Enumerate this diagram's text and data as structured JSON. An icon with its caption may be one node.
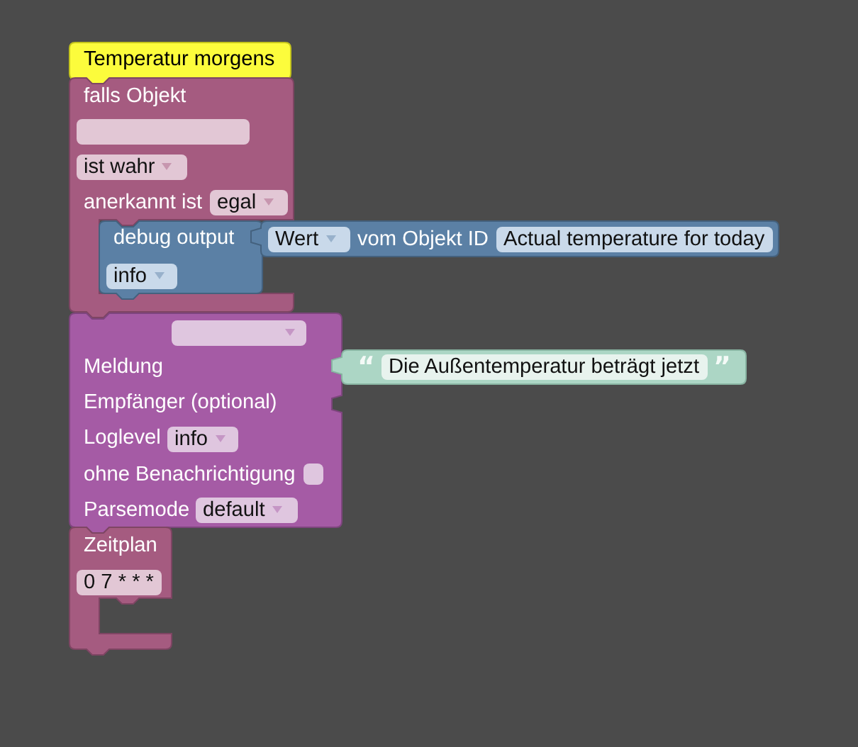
{
  "diagram": {
    "nodes": [
      {
        "text": [
          "Temperatur morgens"
        ]
      },
      {
        "text": [
          "falls Objekt",
          "anerkannt ist"
        ]
      },
      {
        "text": [],
        "shape": "box",
        "in": 1
      },
      {
        "text": [
          "ist wahr"
        ],
        "in": 1
      },
      {
        "text": [
          "egal"
        ],
        "in": 1
      },
      {
        "text": [
          "debug output"
        ],
        "in": 1
      },
      {
        "text": [
          "vom Objekt ID"
        ]
      },
      {
        "text": [
          "Wert"
        ],
        "in": 6
      },
      {
        "text": [
          "Actual temperature for today"
        ],
        "in": 6
      },
      {
        "text": [
          "info"
        ],
        "in": 5
      },
      {
        "text": [
          "Meldung",
          "Empfänger (optional)",
          "Loglevel",
          "ohne Benachrichtigung",
          "Parsemode"
        ]
      },
      {
        "text": [],
        "shape": "box",
        "in": 10
      },
      {
        "text": [
          "info"
        ],
        "in": 10
      },
      {
        "text": [],
        "shape": "box",
        "in": 10
      },
      {
        "text": [
          "default"
        ],
        "in": 10
      },
      {
        "text": [
          "“",
          "”"
        ]
      },
      {
        "text": [
          "Die Außentemperatur beträgt jetzt"
        ],
        "in": 15
      },
      {
        "text": [
          "Zeitplan"
        ]
      },
      {
        "text": [
          "0 7 * * *"
        ],
        "in": 17
      }
    ]
  }
}
